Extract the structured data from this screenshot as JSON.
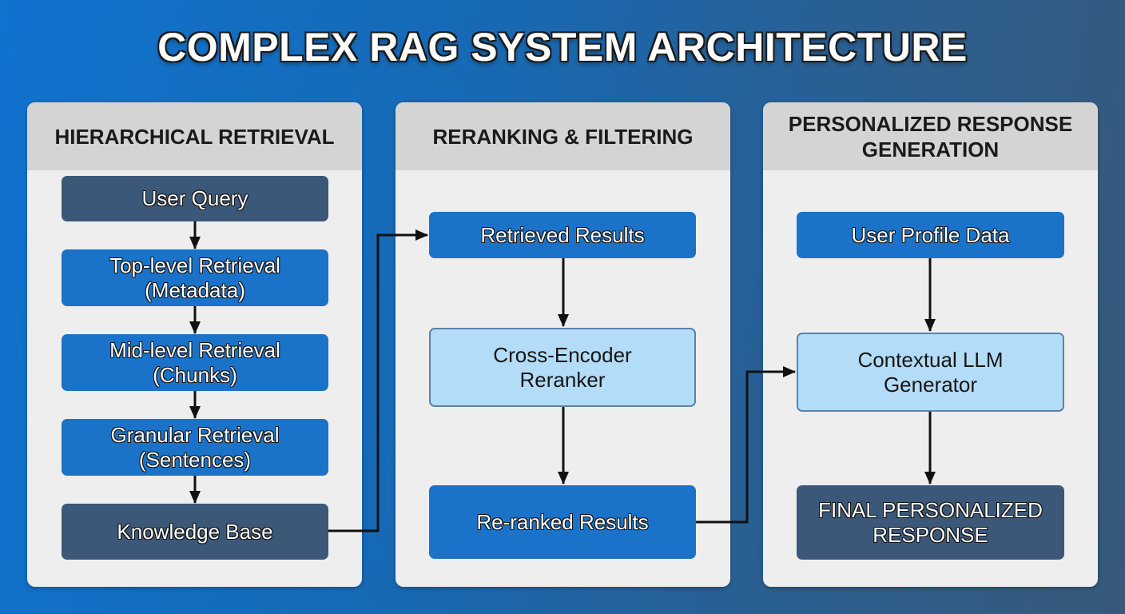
{
  "title": "COMPLEX RAG SYSTEM ARCHITECTURE",
  "panels": [
    {
      "header": "HIERARCHICAL RETRIEVAL",
      "nodes": [
        {
          "label": "User Query",
          "style": "dark"
        },
        {
          "label": "Top-level Retrieval\n(Metadata)",
          "style": "blue"
        },
        {
          "label": "Mid-level Retrieval\n(Chunks)",
          "style": "blue"
        },
        {
          "label": "Granular Retrieval\n(Sentences)",
          "style": "blue"
        },
        {
          "label": "Knowledge Base",
          "style": "dark"
        }
      ]
    },
    {
      "header": "RERANKING & FILTERING",
      "nodes": [
        {
          "label": "Retrieved Results",
          "style": "blue"
        },
        {
          "label": "Cross-Encoder\nReranker",
          "style": "light"
        },
        {
          "label": "Re-ranked Results",
          "style": "blue"
        }
      ]
    },
    {
      "header": "PERSONALIZED RESPONSE GENERATION",
      "nodes": [
        {
          "label": "User Profile Data",
          "style": "blue"
        },
        {
          "label": "Contextual LLM\nGenerator",
          "style": "light"
        },
        {
          "label": "FINAL PERSONALIZED\nRESPONSE",
          "style": "dark"
        }
      ]
    }
  ],
  "edges": [
    {
      "from": "User Query",
      "to": "Top-level Retrieval (Metadata)"
    },
    {
      "from": "Top-level Retrieval (Metadata)",
      "to": "Mid-level Retrieval (Chunks)"
    },
    {
      "from": "Mid-level Retrieval (Chunks)",
      "to": "Granular Retrieval (Sentences)"
    },
    {
      "from": "Granular Retrieval (Sentences)",
      "to": "Knowledge Base"
    },
    {
      "from": "Knowledge Base",
      "to": "Retrieved Results"
    },
    {
      "from": "Retrieved Results",
      "to": "Cross-Encoder Reranker"
    },
    {
      "from": "Cross-Encoder Reranker",
      "to": "Re-ranked Results"
    },
    {
      "from": "Re-ranked Results",
      "to": "Contextual LLM Generator"
    },
    {
      "from": "User Profile Data",
      "to": "Contextual LLM Generator"
    },
    {
      "from": "Contextual LLM Generator",
      "to": "FINAL PERSONALIZED RESPONSE"
    }
  ]
}
